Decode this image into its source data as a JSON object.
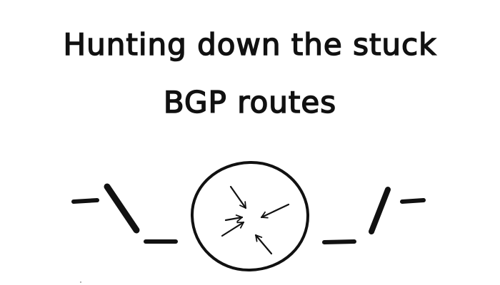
{
  "title": {
    "line1": "Hunting down the stuck",
    "line2": "BGP routes"
  },
  "illustration": {
    "description_icon": "shrug-with-imploding-circle",
    "stroke_color": "#111111",
    "background_color": "#ffffff"
  }
}
